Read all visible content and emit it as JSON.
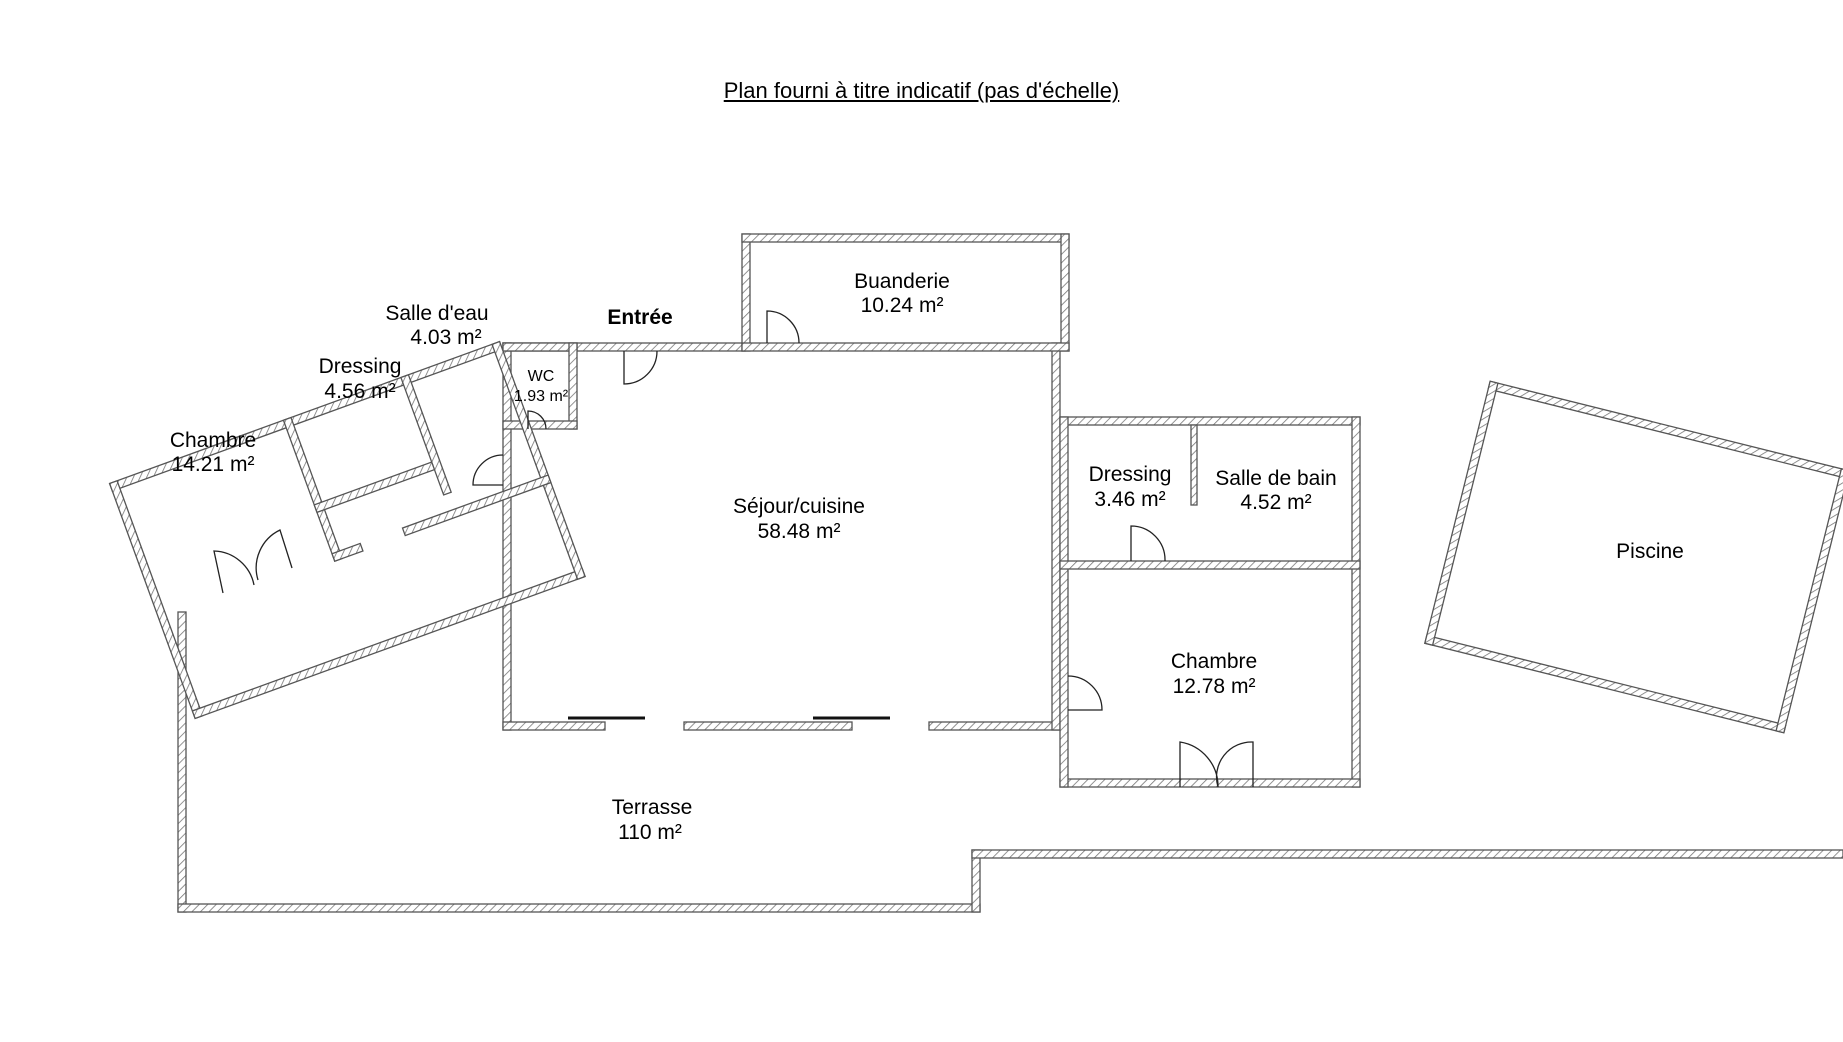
{
  "caption": "Plan fourni à titre indicatif (pas d'échelle)",
  "rooms": {
    "entree": {
      "name": "Entrée"
    },
    "buanderie": {
      "name": "Buanderie",
      "area": "10.24 m²"
    },
    "salle_eau": {
      "name": "Salle d'eau",
      "area": "4.03 m²"
    },
    "dressing_left": {
      "name": "Dressing",
      "area": "4.56 m²"
    },
    "chambre_left": {
      "name": "Chambre",
      "area": "14.21 m²"
    },
    "wc": {
      "name": "WC",
      "area": "1.93 m²"
    },
    "sejour": {
      "name": "Séjour/cuisine",
      "area": "58.48 m²"
    },
    "dressing_right": {
      "name": "Dressing",
      "area": "3.46 m²"
    },
    "salle_bain": {
      "name": "Salle de bain",
      "area": "4.52 m²"
    },
    "chambre_right": {
      "name": "Chambre",
      "area": "12.78 m²"
    },
    "terrasse": {
      "name": "Terrasse",
      "area": "110 m²"
    },
    "piscine": {
      "name": "Piscine"
    }
  },
  "colors": {
    "wall_stroke": "#555555",
    "hatch": "#777777",
    "background": "#ffffff"
  }
}
